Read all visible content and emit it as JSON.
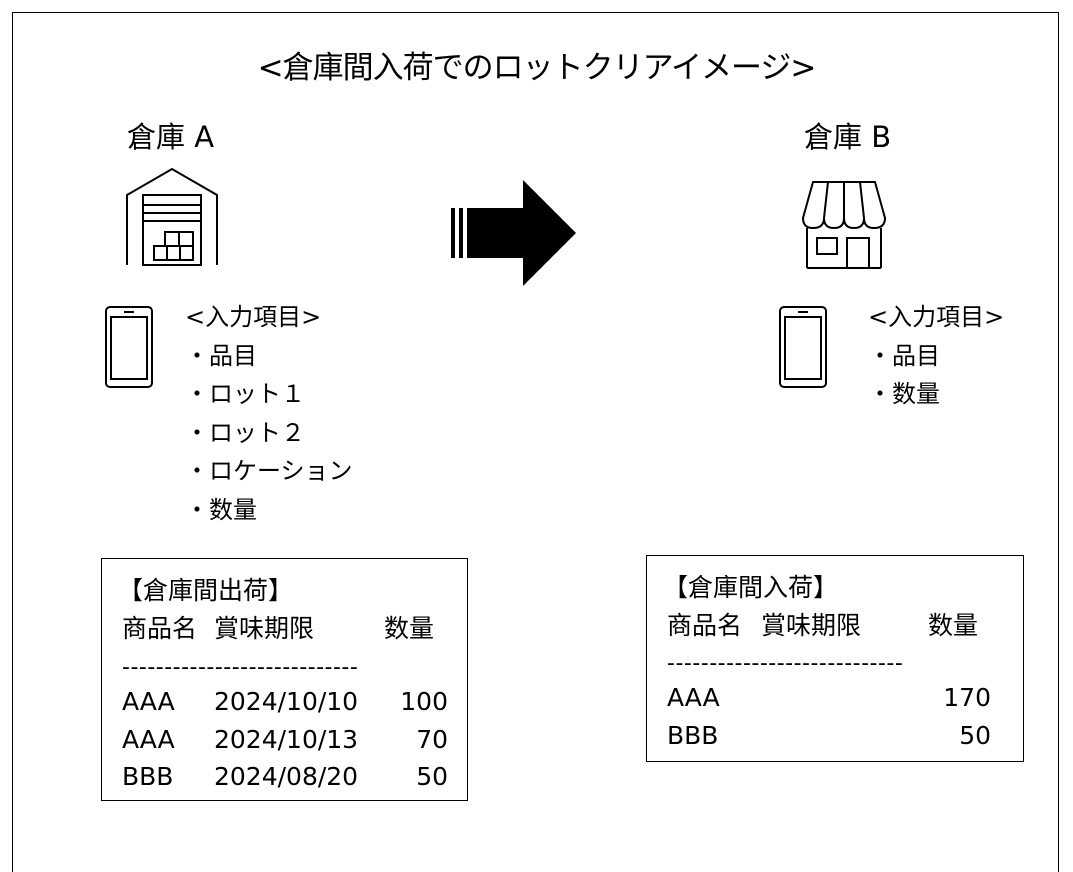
{
  "title": "<倉庫間入荷でのロットクリアイメージ>",
  "warehouse_a": {
    "label": "倉庫 A",
    "inputs_header": "<入力項目>",
    "inputs": [
      "・品目",
      "・ロット１",
      "・ロット２",
      "・ロケーション",
      "・数量"
    ]
  },
  "warehouse_b": {
    "label": "倉庫 B",
    "inputs_header": "<入力項目>",
    "inputs": [
      "・品目",
      "・数量"
    ]
  },
  "shipment_card": {
    "title": "【倉庫間出荷】",
    "headers": [
      "商品名",
      "賞味期限",
      "数量"
    ],
    "separator": "----------------------------",
    "rows": [
      [
        "AAA",
        "2024/10/10",
        "100"
      ],
      [
        "AAA",
        "2024/10/13",
        "70"
      ],
      [
        "BBB",
        "2024/08/20",
        "50"
      ]
    ]
  },
  "receipt_card": {
    "title": "【倉庫間入荷】",
    "headers": [
      "商品名",
      "賞味期限",
      "数量"
    ],
    "separator": "----------------------------",
    "rows": [
      [
        "AAA",
        "170"
      ],
      [
        "BBB",
        "50"
      ]
    ]
  }
}
